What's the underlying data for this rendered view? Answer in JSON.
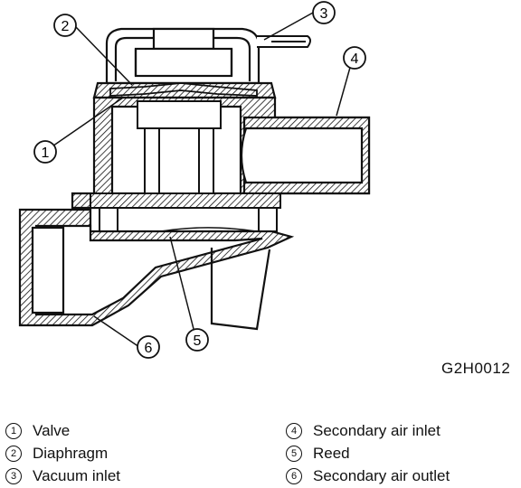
{
  "figure_code": "G2H0012",
  "callouts": [
    {
      "n": "1"
    },
    {
      "n": "2"
    },
    {
      "n": "3"
    },
    {
      "n": "4"
    },
    {
      "n": "5"
    },
    {
      "n": "6"
    }
  ],
  "legend": [
    {
      "n": "1",
      "label": "Valve"
    },
    {
      "n": "2",
      "label": "Diaphragm"
    },
    {
      "n": "3",
      "label": "Vacuum inlet"
    },
    {
      "n": "4",
      "label": "Secondary air inlet"
    },
    {
      "n": "5",
      "label": "Reed"
    },
    {
      "n": "6",
      "label": "Secondary air outlet"
    }
  ]
}
